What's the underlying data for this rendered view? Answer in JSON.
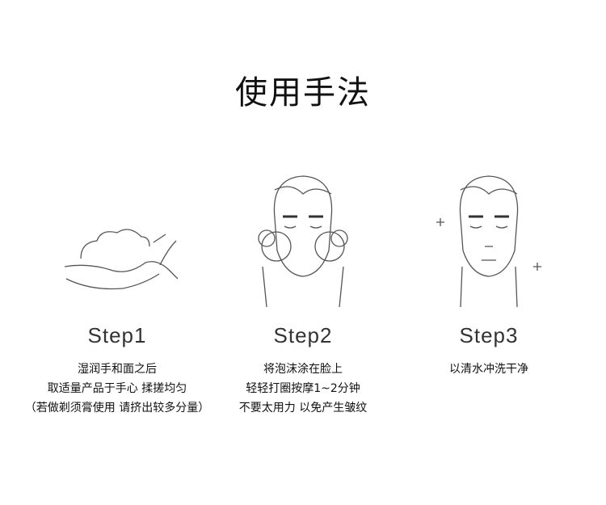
{
  "title": "使用手法",
  "steps": [
    {
      "label": "Step1",
      "lines": [
        "湿润手和面之后",
        "取适量产品于手心  揉搓均匀",
        "（若做剃须膏使用  请挤出较多分量）"
      ]
    },
    {
      "label": "Step2",
      "lines": [
        "将泡沫涂在脸上",
        "轻轻打圈按摩1~2分钟",
        "不要太用力  以免产生皱纹"
      ]
    },
    {
      "label": "Step3",
      "lines": [
        "以清水冲洗干净"
      ]
    }
  ]
}
